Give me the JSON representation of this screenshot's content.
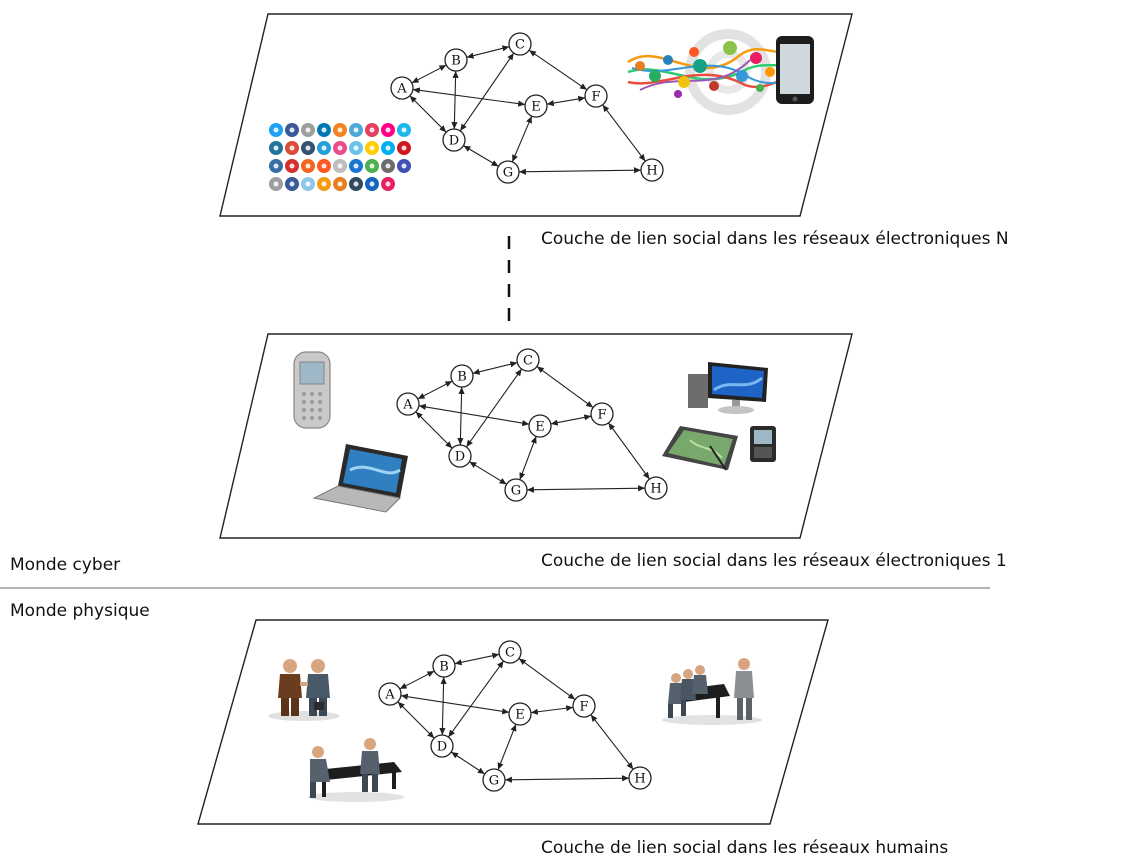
{
  "layers": [
    {
      "id": "top",
      "caption": "Couche de lien social dans les réseaux électroniques N",
      "icons": [
        "social-media-icons",
        "data-stream-icon",
        "smartphone-icon"
      ]
    },
    {
      "id": "middle",
      "caption": "Couche de lien social dans les réseaux électroniques 1",
      "icons": [
        "mobile-phone-icon",
        "laptop-icon",
        "desktop-computer-icon",
        "tablet-icon",
        "phone-icon"
      ]
    },
    {
      "id": "bottom",
      "caption": "Couche de lien social dans les réseaux humains",
      "icons": [
        "handshake-people-icon",
        "meeting-people-icon",
        "group-meeting-icon"
      ]
    }
  ],
  "world_labels": {
    "cyber": "Monde cyber",
    "physical": "Monde physique"
  },
  "nodes": [
    "A",
    "B",
    "C",
    "D",
    "E",
    "F",
    "G",
    "H"
  ],
  "edges": [
    [
      "A",
      "B"
    ],
    [
      "B",
      "C"
    ],
    [
      "A",
      "D"
    ],
    [
      "B",
      "D"
    ],
    [
      "A",
      "E"
    ],
    [
      "D",
      "C"
    ],
    [
      "C",
      "F"
    ],
    [
      "E",
      "F"
    ],
    [
      "D",
      "G"
    ],
    [
      "G",
      "E"
    ],
    [
      "G",
      "H"
    ],
    [
      "F",
      "H"
    ]
  ],
  "colors": {
    "line": "#222222",
    "divider": "#9a9a9a",
    "plane_fill": "#ffffff"
  }
}
